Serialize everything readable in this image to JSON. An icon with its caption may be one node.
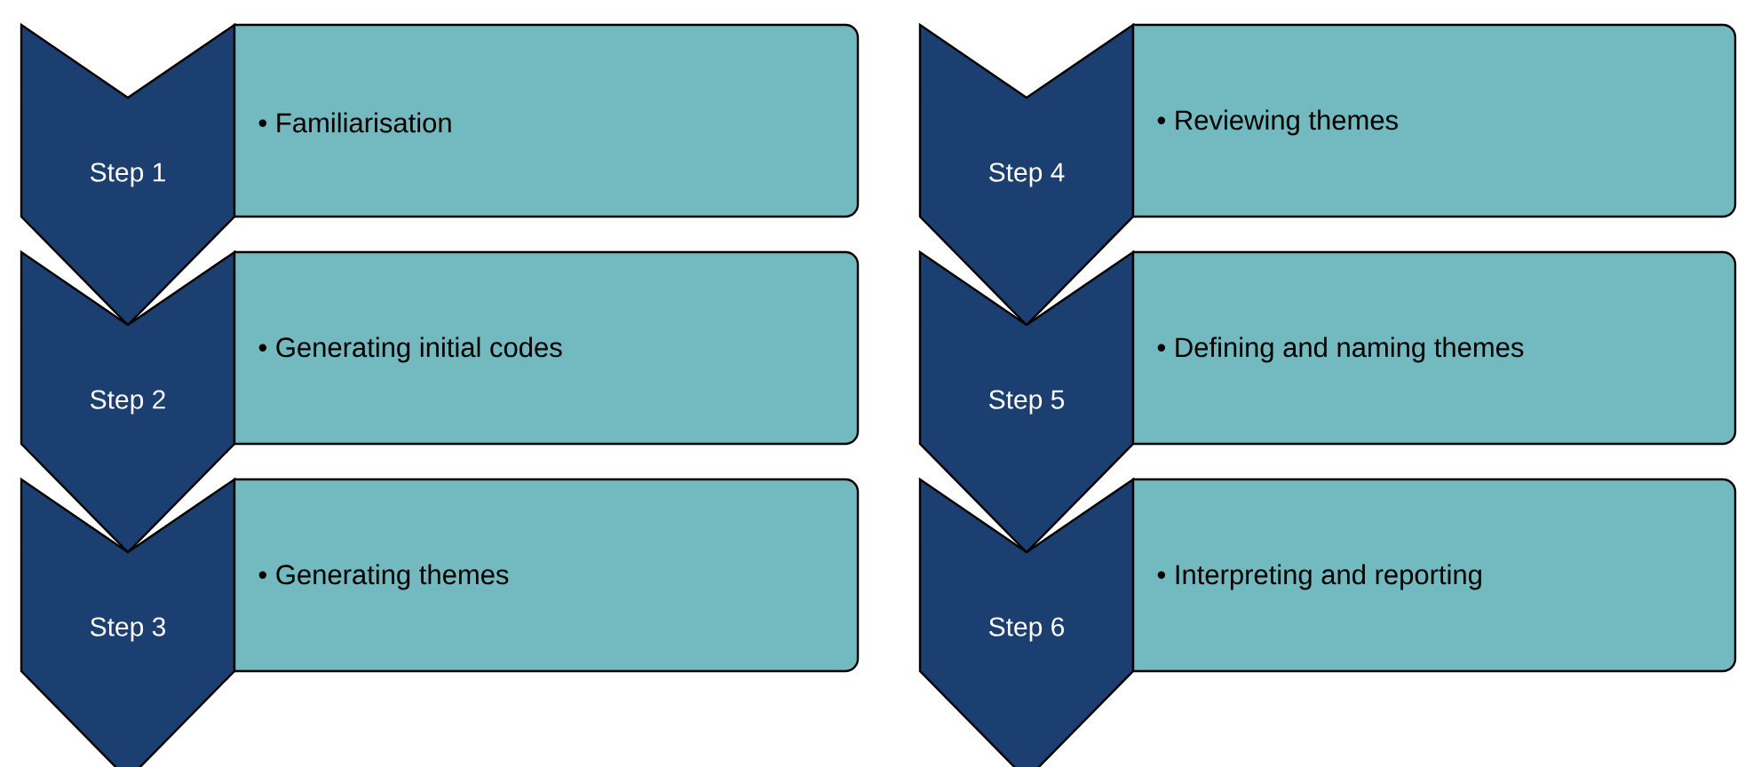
{
  "diagram": {
    "nodes": [
      {
        "text": [
          "Step 1"
        ]
      },
      {
        "text": [
          "• Familiarisation"
        ]
      },
      {
        "text": [
          "Step 2"
        ]
      },
      {
        "text": [
          "• Generating initial codes"
        ]
      },
      {
        "text": [
          "Step 3"
        ]
      },
      {
        "text": [
          "• Generating themes"
        ]
      },
      {
        "text": [
          "Step 4"
        ]
      },
      {
        "text": [
          "• Reviewing themes"
        ]
      },
      {
        "text": [
          "Step 5"
        ]
      },
      {
        "text": [
          "• Defining and naming themes"
        ]
      },
      {
        "text": [
          "Step 6"
        ]
      },
      {
        "text": [
          "• Interpreting and reporting"
        ]
      }
    ]
  }
}
